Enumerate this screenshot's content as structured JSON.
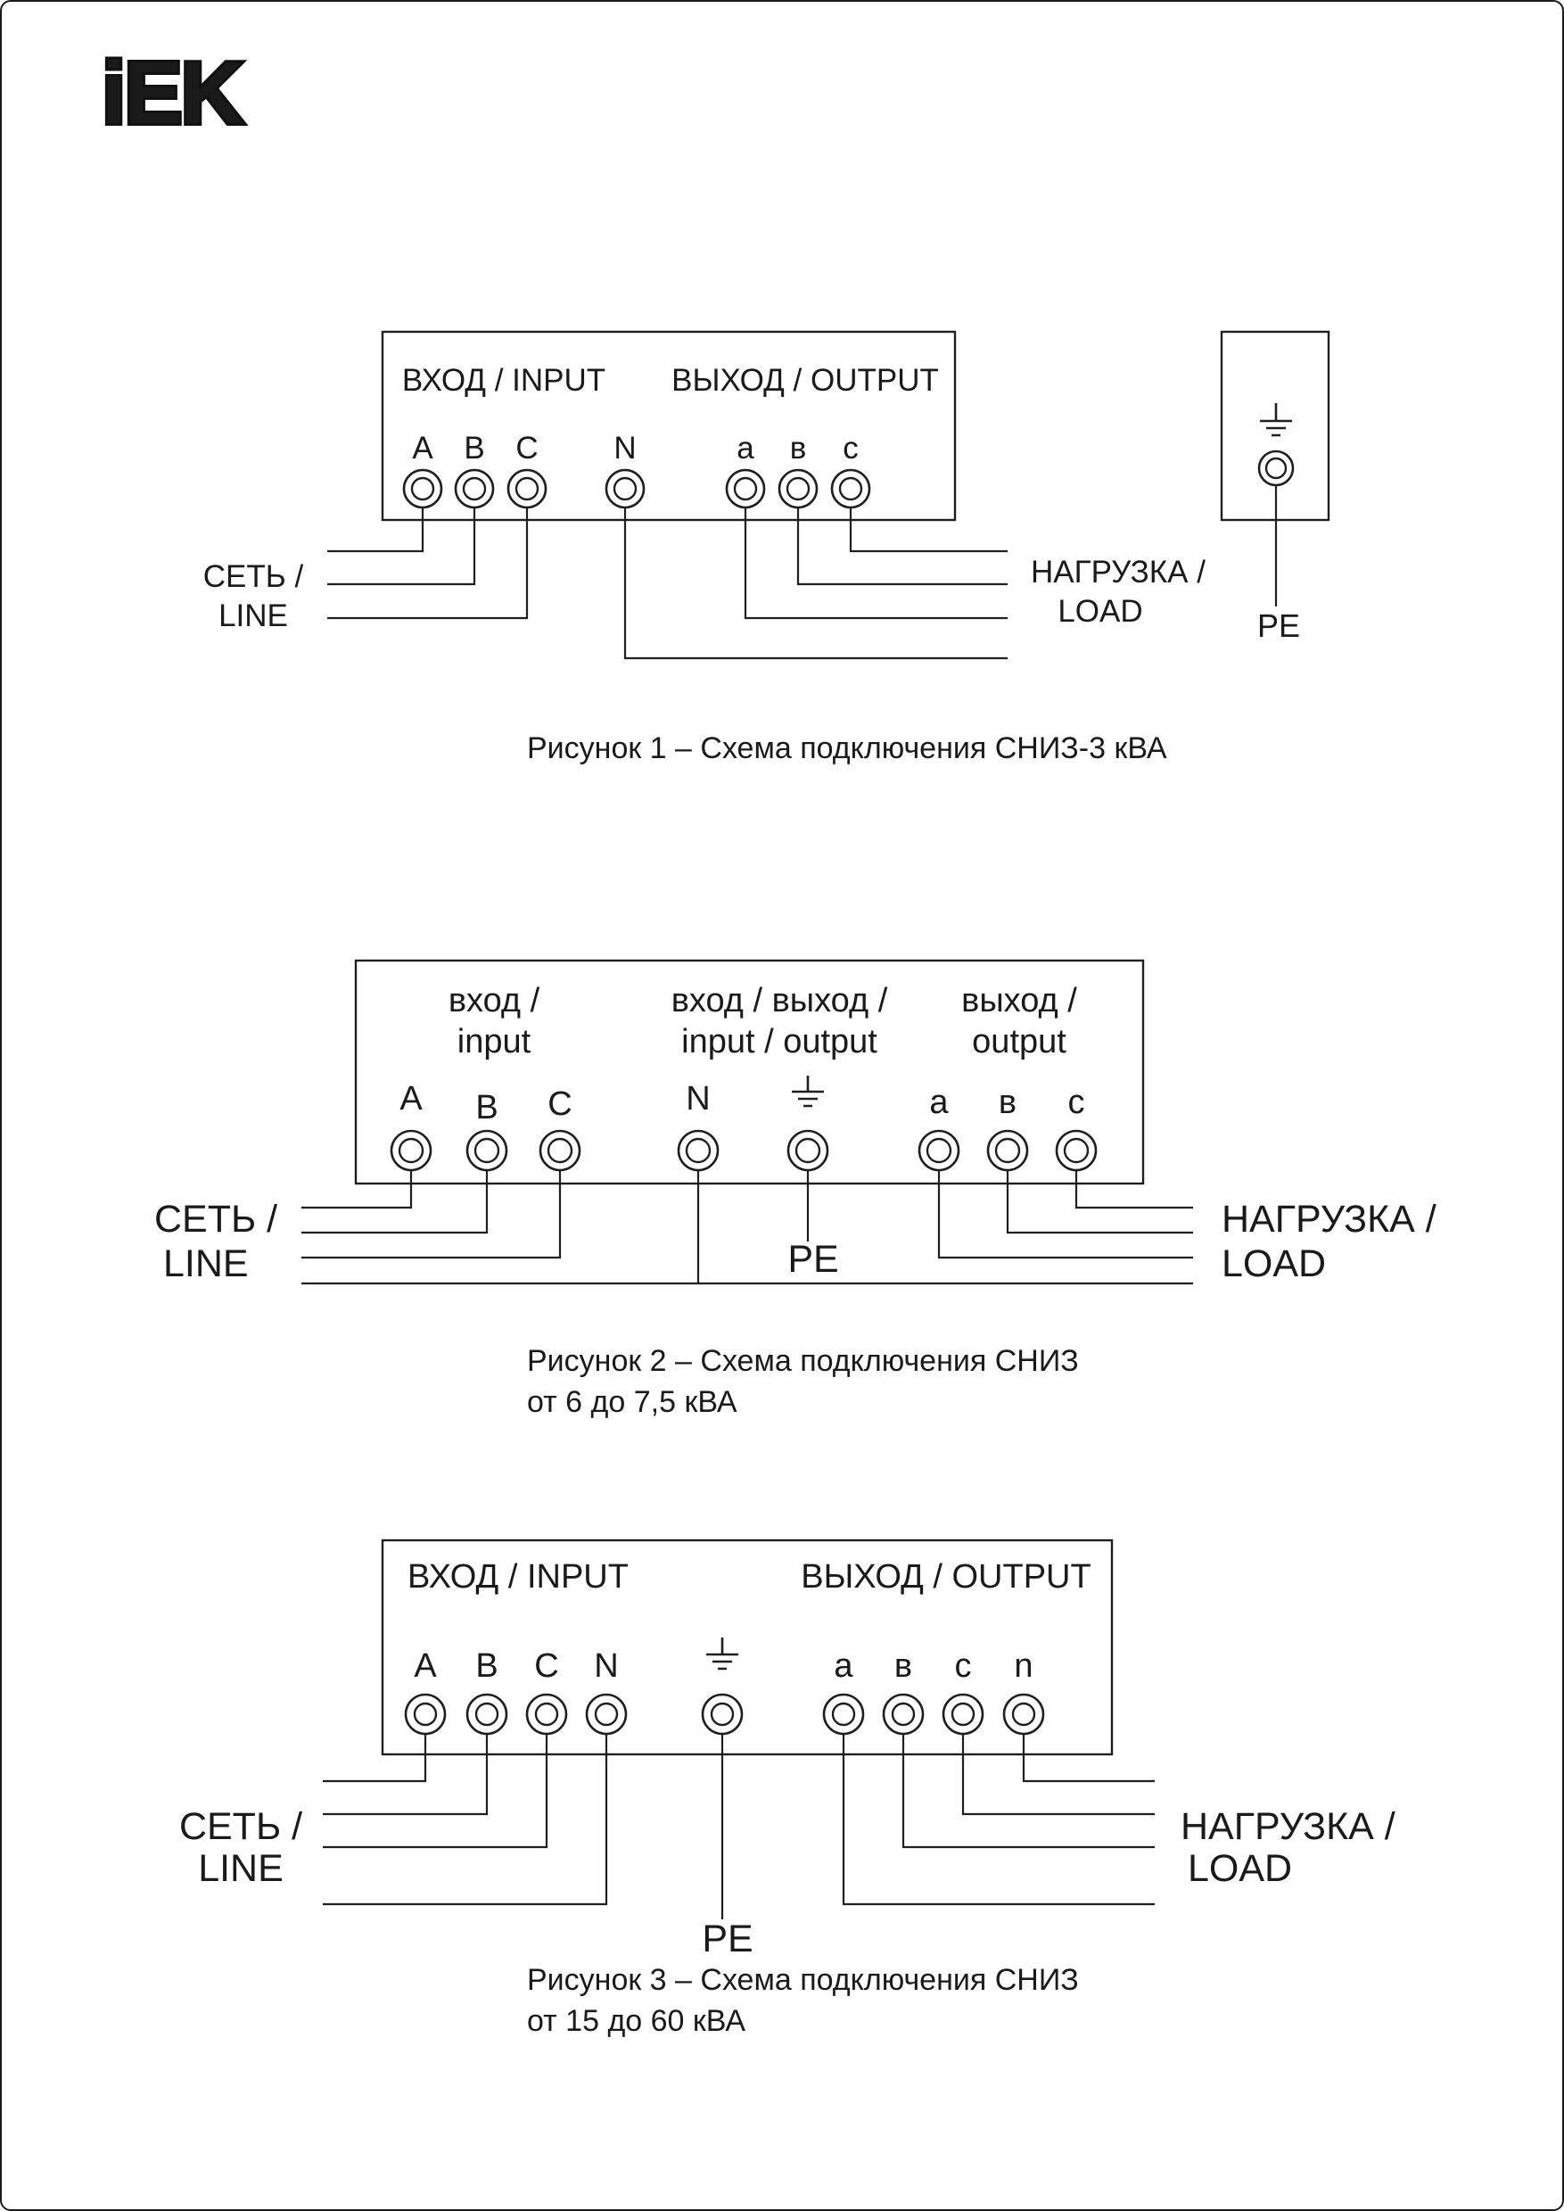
{
  "logo": "iEK",
  "fig1": {
    "input_header": "ВХОД / INPUT",
    "output_header": "ВЫХОД / OUTPUT",
    "terminals_in": [
      "A",
      "B",
      "C",
      "N"
    ],
    "terminals_out": [
      "а",
      "в",
      "с"
    ],
    "line_label": [
      "СЕТЬ /",
      "LINE"
    ],
    "load_label": [
      "НАГРУЗКА /",
      "LOAD"
    ],
    "pe_label": "PE",
    "caption": "Рисунок 1 – Схема подключения СНИЗ-3 кВА"
  },
  "fig2": {
    "header_input": [
      "вход /",
      "input"
    ],
    "header_io": [
      "вход / выход /",
      "input / output"
    ],
    "header_output": [
      "выход /",
      "output"
    ],
    "terminals_in": [
      "A",
      "B",
      "C",
      "N"
    ],
    "terminals_out": [
      "а",
      "в",
      "с"
    ],
    "line_label": [
      "СЕТЬ /",
      "LINE"
    ],
    "load_label": [
      "НАГРУЗКА /",
      "LOAD"
    ],
    "pe_label": "PE",
    "caption": [
      "Рисунок 2 – Схема подключения СНИЗ",
      "от 6 до 7,5 кВА"
    ]
  },
  "fig3": {
    "input_header": "ВХОД / INPUT",
    "output_header": "ВЫХОД / OUTPUT",
    "terminals_in": [
      "A",
      "B",
      "C",
      "N"
    ],
    "terminals_out": [
      "а",
      "в",
      "с",
      "n"
    ],
    "line_label": [
      "СЕТЬ /",
      "LINE"
    ],
    "load_label": [
      "НАГРУЗКА /",
      "LOAD"
    ],
    "pe_label": "PE",
    "caption": [
      "Рисунок 3 – Схема подключения СНИЗ",
      "от 15 до 60 кВА"
    ]
  }
}
